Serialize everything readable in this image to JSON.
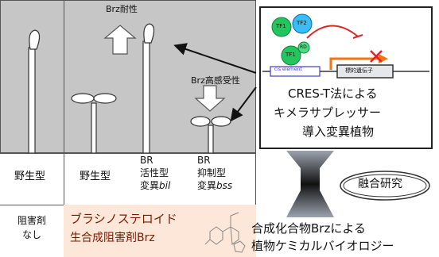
{
  "figure": {
    "labels": {
      "brz_tolerance": "Brz耐性",
      "brz_hypersensitivity": "Brz高感受性"
    },
    "genotype_row": {
      "col1": "野生型",
      "col2": "野生型",
      "col3_line1": "BR",
      "col3_line2": "活性型",
      "col3_line3_prefix": "変異",
      "col3_line3_gene": "bil",
      "col4_line1": "BR",
      "col4_line2": "抑制型",
      "col4_line3_prefix": "変異",
      "col4_line3_gene": "bss"
    },
    "inhibitor_row": {
      "label_line1": "阻害剤",
      "label_line2": "なし",
      "brz_line1": "ブラシノステロイド",
      "brz_line2": "生合成阻害剤Brz"
    },
    "diagram": {
      "tf1": "TF1",
      "tf2": "TF2",
      "rd": "RD",
      "cis_element": "cis element",
      "target_gene": "標的遺伝子",
      "method_line1": "CRES-T法による",
      "method_line2": "キメラサプレッサー",
      "method_line3": "導入変異植物"
    },
    "fusion_label": "融合研究",
    "bottom_right_line1": "合成化合物Brzによる",
    "bottom_right_line2": "植物ケミカルバイオロジー"
  }
}
